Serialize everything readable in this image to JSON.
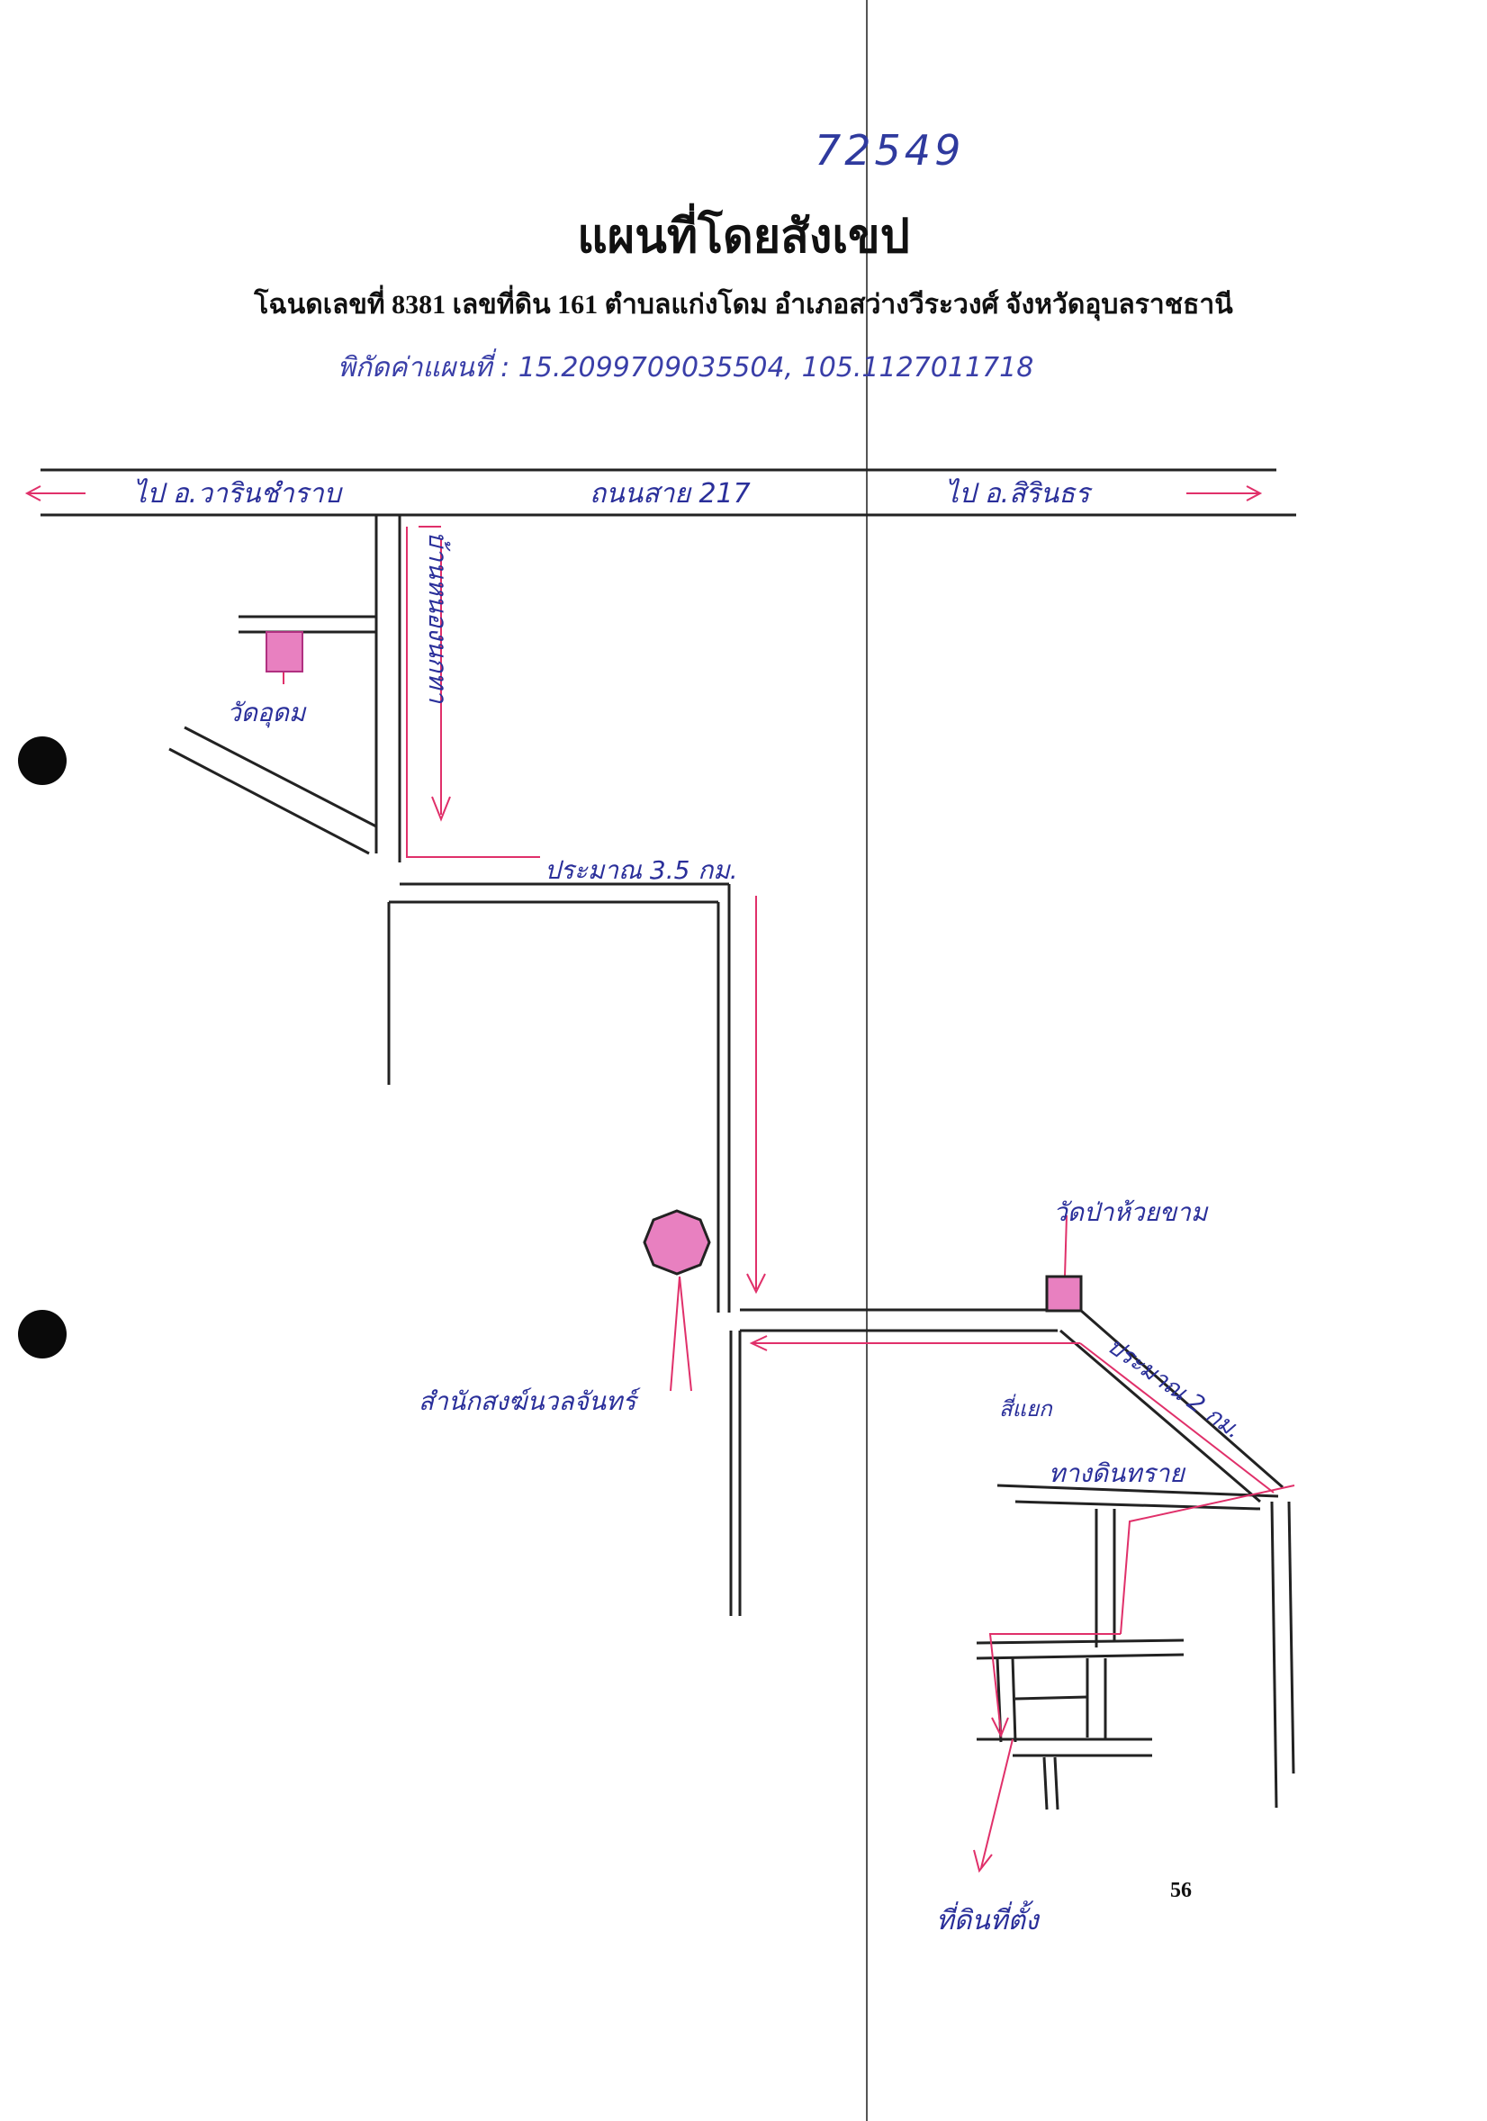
{
  "document": {
    "doc_number": "72549",
    "title": "แผนที่โดยสังเขป",
    "subtitle": "โฉนดเลขที่ 8381   เลขที่ดิน 161   ตำบลแก่งโดม   อำเภอสว่างวีระวงศ์   จังหวัดอุบลราชธานี",
    "coordinates": "พิกัดค่าแผนที่ : 15.2099709035504, 105.1127011718",
    "page_number": "56"
  },
  "labels": {
    "to_west": "ไป อ.วารินชำราบ",
    "highway": "ถนนสาย 217",
    "to_east": "ไป อ.สิรินธร",
    "village_road": "บ้านหนองนกทา",
    "wat": "วัดอุดม",
    "dist_1": "ประมาณ 3.5 กม.",
    "temple": "สำนักสงฆ์นวลจันทร์",
    "wat_2": "วัดป่าห้วยขาม",
    "dist_2": "ประมาณ 2 กม.",
    "junction": "สี่แยก",
    "dirt_road": "ทางดินทราย",
    "site": "ที่ดินที่ตั้ง"
  },
  "colors": {
    "ink": "#2a2f9a",
    "route": "#e0306a",
    "landmark_fill": "#e880c0",
    "road": "#222222"
  },
  "icons": {
    "landmark": "square-landmark",
    "temple": "hexagon-landmark"
  }
}
